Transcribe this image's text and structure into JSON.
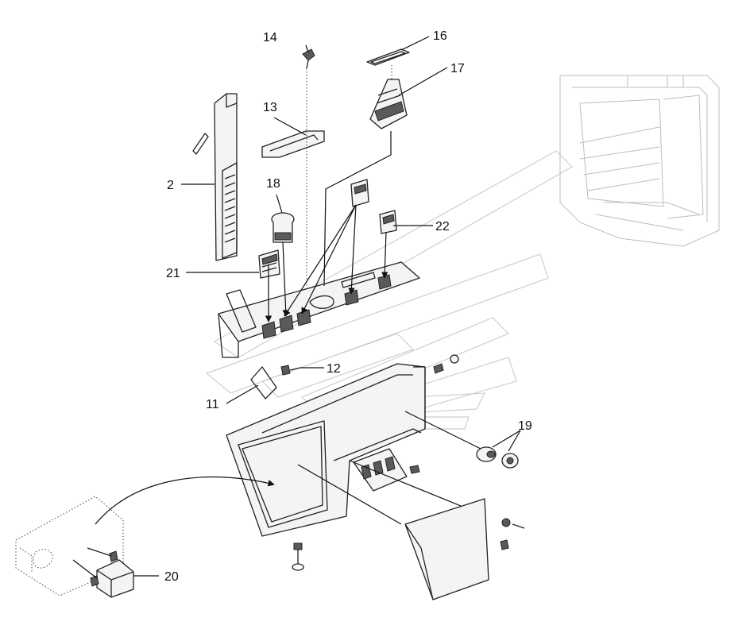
{
  "colors": {
    "line": "#222222",
    "ghost": "#bdbdbd",
    "background": "#ffffff"
  },
  "callouts": [
    {
      "id": "2",
      "label": "2"
    },
    {
      "id": "11",
      "label": "11"
    },
    {
      "id": "12",
      "label": "12"
    },
    {
      "id": "13",
      "label": "13"
    },
    {
      "id": "14",
      "label": "14"
    },
    {
      "id": "16",
      "label": "16"
    },
    {
      "id": "17",
      "label": "17"
    },
    {
      "id": "18",
      "label": "18"
    },
    {
      "id": "19",
      "label": "19"
    },
    {
      "id": "20",
      "label": "20"
    },
    {
      "id": "21",
      "label": "21"
    },
    {
      "id": "22",
      "label": "22"
    }
  ]
}
